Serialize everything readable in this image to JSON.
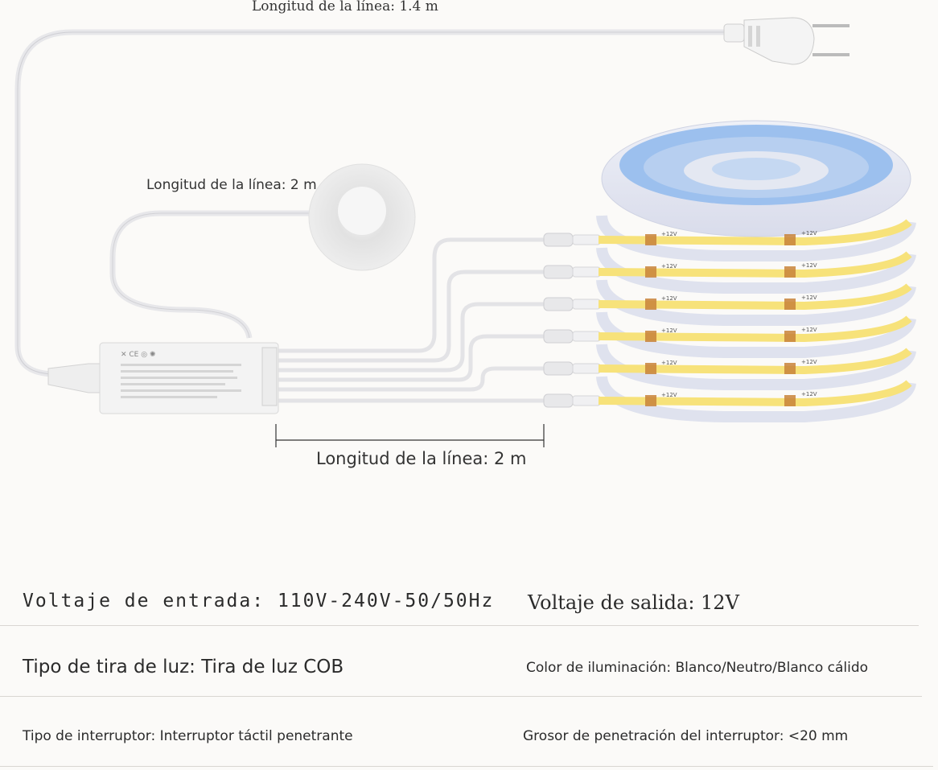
{
  "labels": {
    "power_cord_length": "Longitud de la línea: 1.4 m",
    "sensor_cord_length": "Longitud de la línea: 2 m",
    "output_cord_length": "Longitud de la línea: 2 m",
    "strip_polarity": "+12V"
  },
  "specs": {
    "input_voltage": "Voltaje de entrada: 110V-240V-50/50Hz",
    "output_voltage": "Voltaje de salida: 12V",
    "strip_type": "Tipo de tira de luz: Tira de luz COB",
    "light_color": "Color de iluminación: Blanco/Neutro/Blanco cálido",
    "switch_type": "Tipo de interruptor: Interruptor táctil penetrante",
    "switch_depth": "Grosor de penetración del interruptor: <20 mm"
  },
  "colors": {
    "background": "#fbfaf8",
    "cable": "#e9e9ec",
    "cob_light": "#f7e27a",
    "reel_blue": "#8fb5e8",
    "copper_pad": "#c8823a"
  },
  "strip_count": 6
}
